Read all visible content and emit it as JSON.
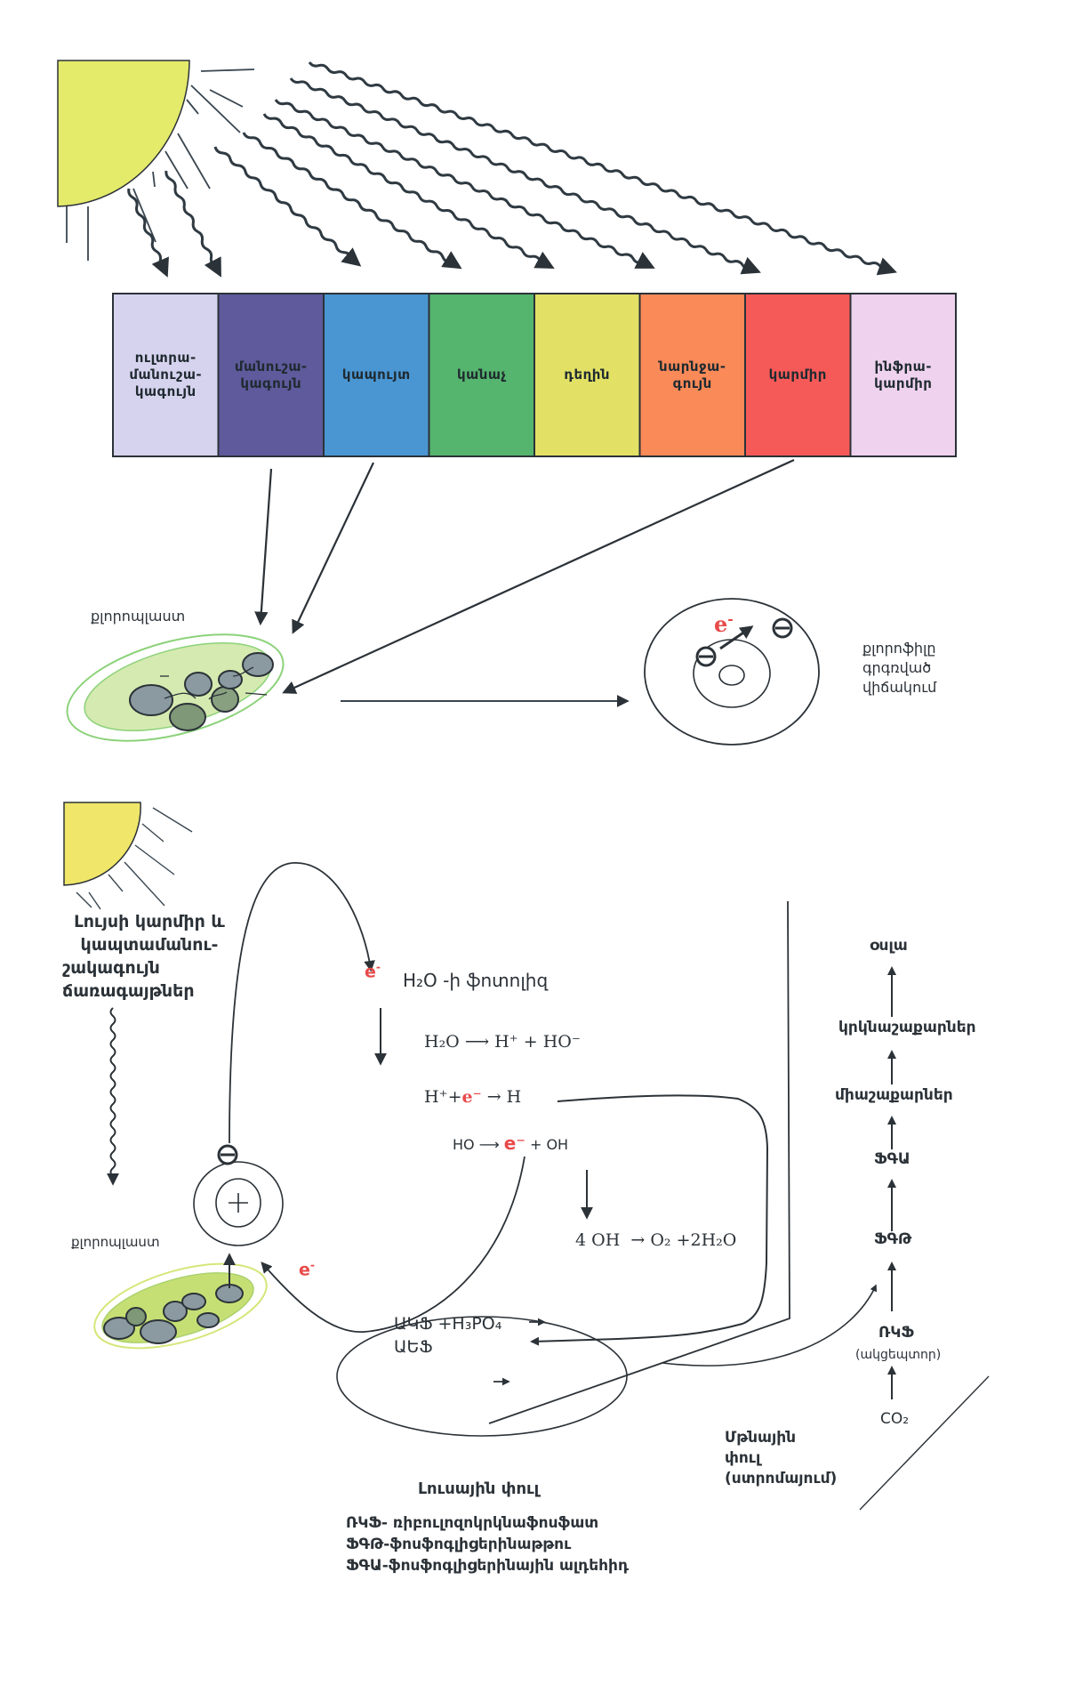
{
  "top_section": {
    "spectrum": [
      {
        "label": "ուլտրա- մանուշա- կագույն",
        "color": "#d6d3ee"
      },
      {
        "label": "մանուշա- կագույն",
        "color": "#5f5a9c"
      },
      {
        "label": "կապույտ",
        "color": "#4a96d2"
      },
      {
        "label": "կանաչ",
        "color": "#55b46e"
      },
      {
        "label": "դեղին",
        "color": "#e2e065"
      },
      {
        "label": "նարնջա- գույն",
        "color": "#fa8a58"
      },
      {
        "label": "կարմիր",
        "color": "#f65a58"
      },
      {
        "label": "ինֆրա- կարմիր",
        "color": "#eed2ee"
      }
    ],
    "chloroplast_label": "քլորոպլաստ",
    "excited_state_label": [
      "քլորոֆիլը",
      "գրգռված",
      "վիճակում"
    ],
    "electron_symbol": "e",
    "electron_charge": "-"
  },
  "bottom_section": {
    "light_rays_label": [
      "Լույսի կարմիր և",
      "կապտամանու-",
      "շակագույն",
      "ճառագայթներ"
    ],
    "chloroplast_label": "քլորոպլաստ",
    "nucleus_sign": "+",
    "photolysis_title": "H₂O -ի ֆոտոլիզ",
    "reactions": {
      "r1_left": "H₂O",
      "r1_right": "H⁺ + HO⁻",
      "r2_left": "H⁺+",
      "r2_e": "e⁻",
      "r2_right": "H",
      "r3_left": "HO",
      "r3_e": "e⁻",
      "r3_right": "+ OH",
      "r4_left": "4 OH",
      "r4_right": "O₂ +2H₂O"
    },
    "atp": {
      "line1": "ԱԿՖ +H₃PO₄",
      "line2": "ԱԵՖ"
    },
    "dark_phase": {
      "chain": [
        "օսլա",
        "կրկնաշաքարներ",
        "միաշաքարներ",
        "ՖԳԱ",
        "ՖԳԹ",
        "ՌԿՖ"
      ],
      "acceptor_note": "(ակցեպտոր)",
      "co2": "CO₂",
      "title": [
        "Մթնային",
        "փուլ",
        "(ստրոմայում)"
      ]
    },
    "light_phase_title": "Լուսային փուլ",
    "legend": [
      "ՌԿՖ- ռիբուլոզոկրկնաֆոսֆատ",
      "ՖԳԹ-ֆոսֆոգլիցերինաթթու",
      "ՖԳԱ-ֆոսֆոգլիցերինային ալդեհիդ"
    ]
  }
}
